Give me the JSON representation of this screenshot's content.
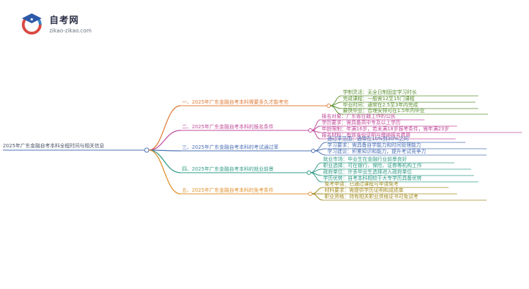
{
  "logo": {
    "title": "自考网",
    "subtitle": "zikao-zikao.com"
  },
  "root": {
    "label": "2025年广东金融自考本科全程时间与相关信息"
  },
  "branches": [
    {
      "label": "一、2025年广东金融自考本科需要多久才能考完",
      "leaves": [
        "学制灵活：无全日制固定学习时长",
        "完成课程：一般需12至15门课程",
        "毕业时间：通常在2.5至3年内完成",
        "最快毕业：合理安排可在1.5年内毕业"
      ]
    },
    {
      "label": "二、2025年广东金融自考本科的报名条件",
      "leaves": [
        "报名对象：广东省在籍工作的公民",
        "学历要求：需具备高中专及以上学历",
        "年龄限制：年满16岁，若未满18岁报考条件，需年满23岁",
        "报名材料：有效身份证明与缴纳报名费用"
      ]
    },
    {
      "label": "三、2025年广东金融自考本科的考试通过率",
      "leaves": [
        "通过率范围：通常在10%到30%之间",
        "学习要求：需具备自学能力和时间管理能力",
        "学习建议：积累知识和能力，提升考试竞争力"
      ]
    },
    {
      "label": "四、2025年广东金融自考本科的就业前景",
      "leaves": [
        "就业市场：毕业生在金融行业前景良好",
        "职业选择：可在银行、保险、证券等机构工作",
        "政府单位：许多毕业生选择进入政府单位",
        "学历优势：自考本科相较于大专学历具备优势"
      ]
    },
    {
      "label": "五、2025年广东金融自考本科的免考条件",
      "leaves": [
        "免考申请：已通过课程可申请免考",
        "材料要求：需提供学历证明和成绩单",
        "职业资格：持有相关职业资格证书可免试考"
      ]
    }
  ]
}
